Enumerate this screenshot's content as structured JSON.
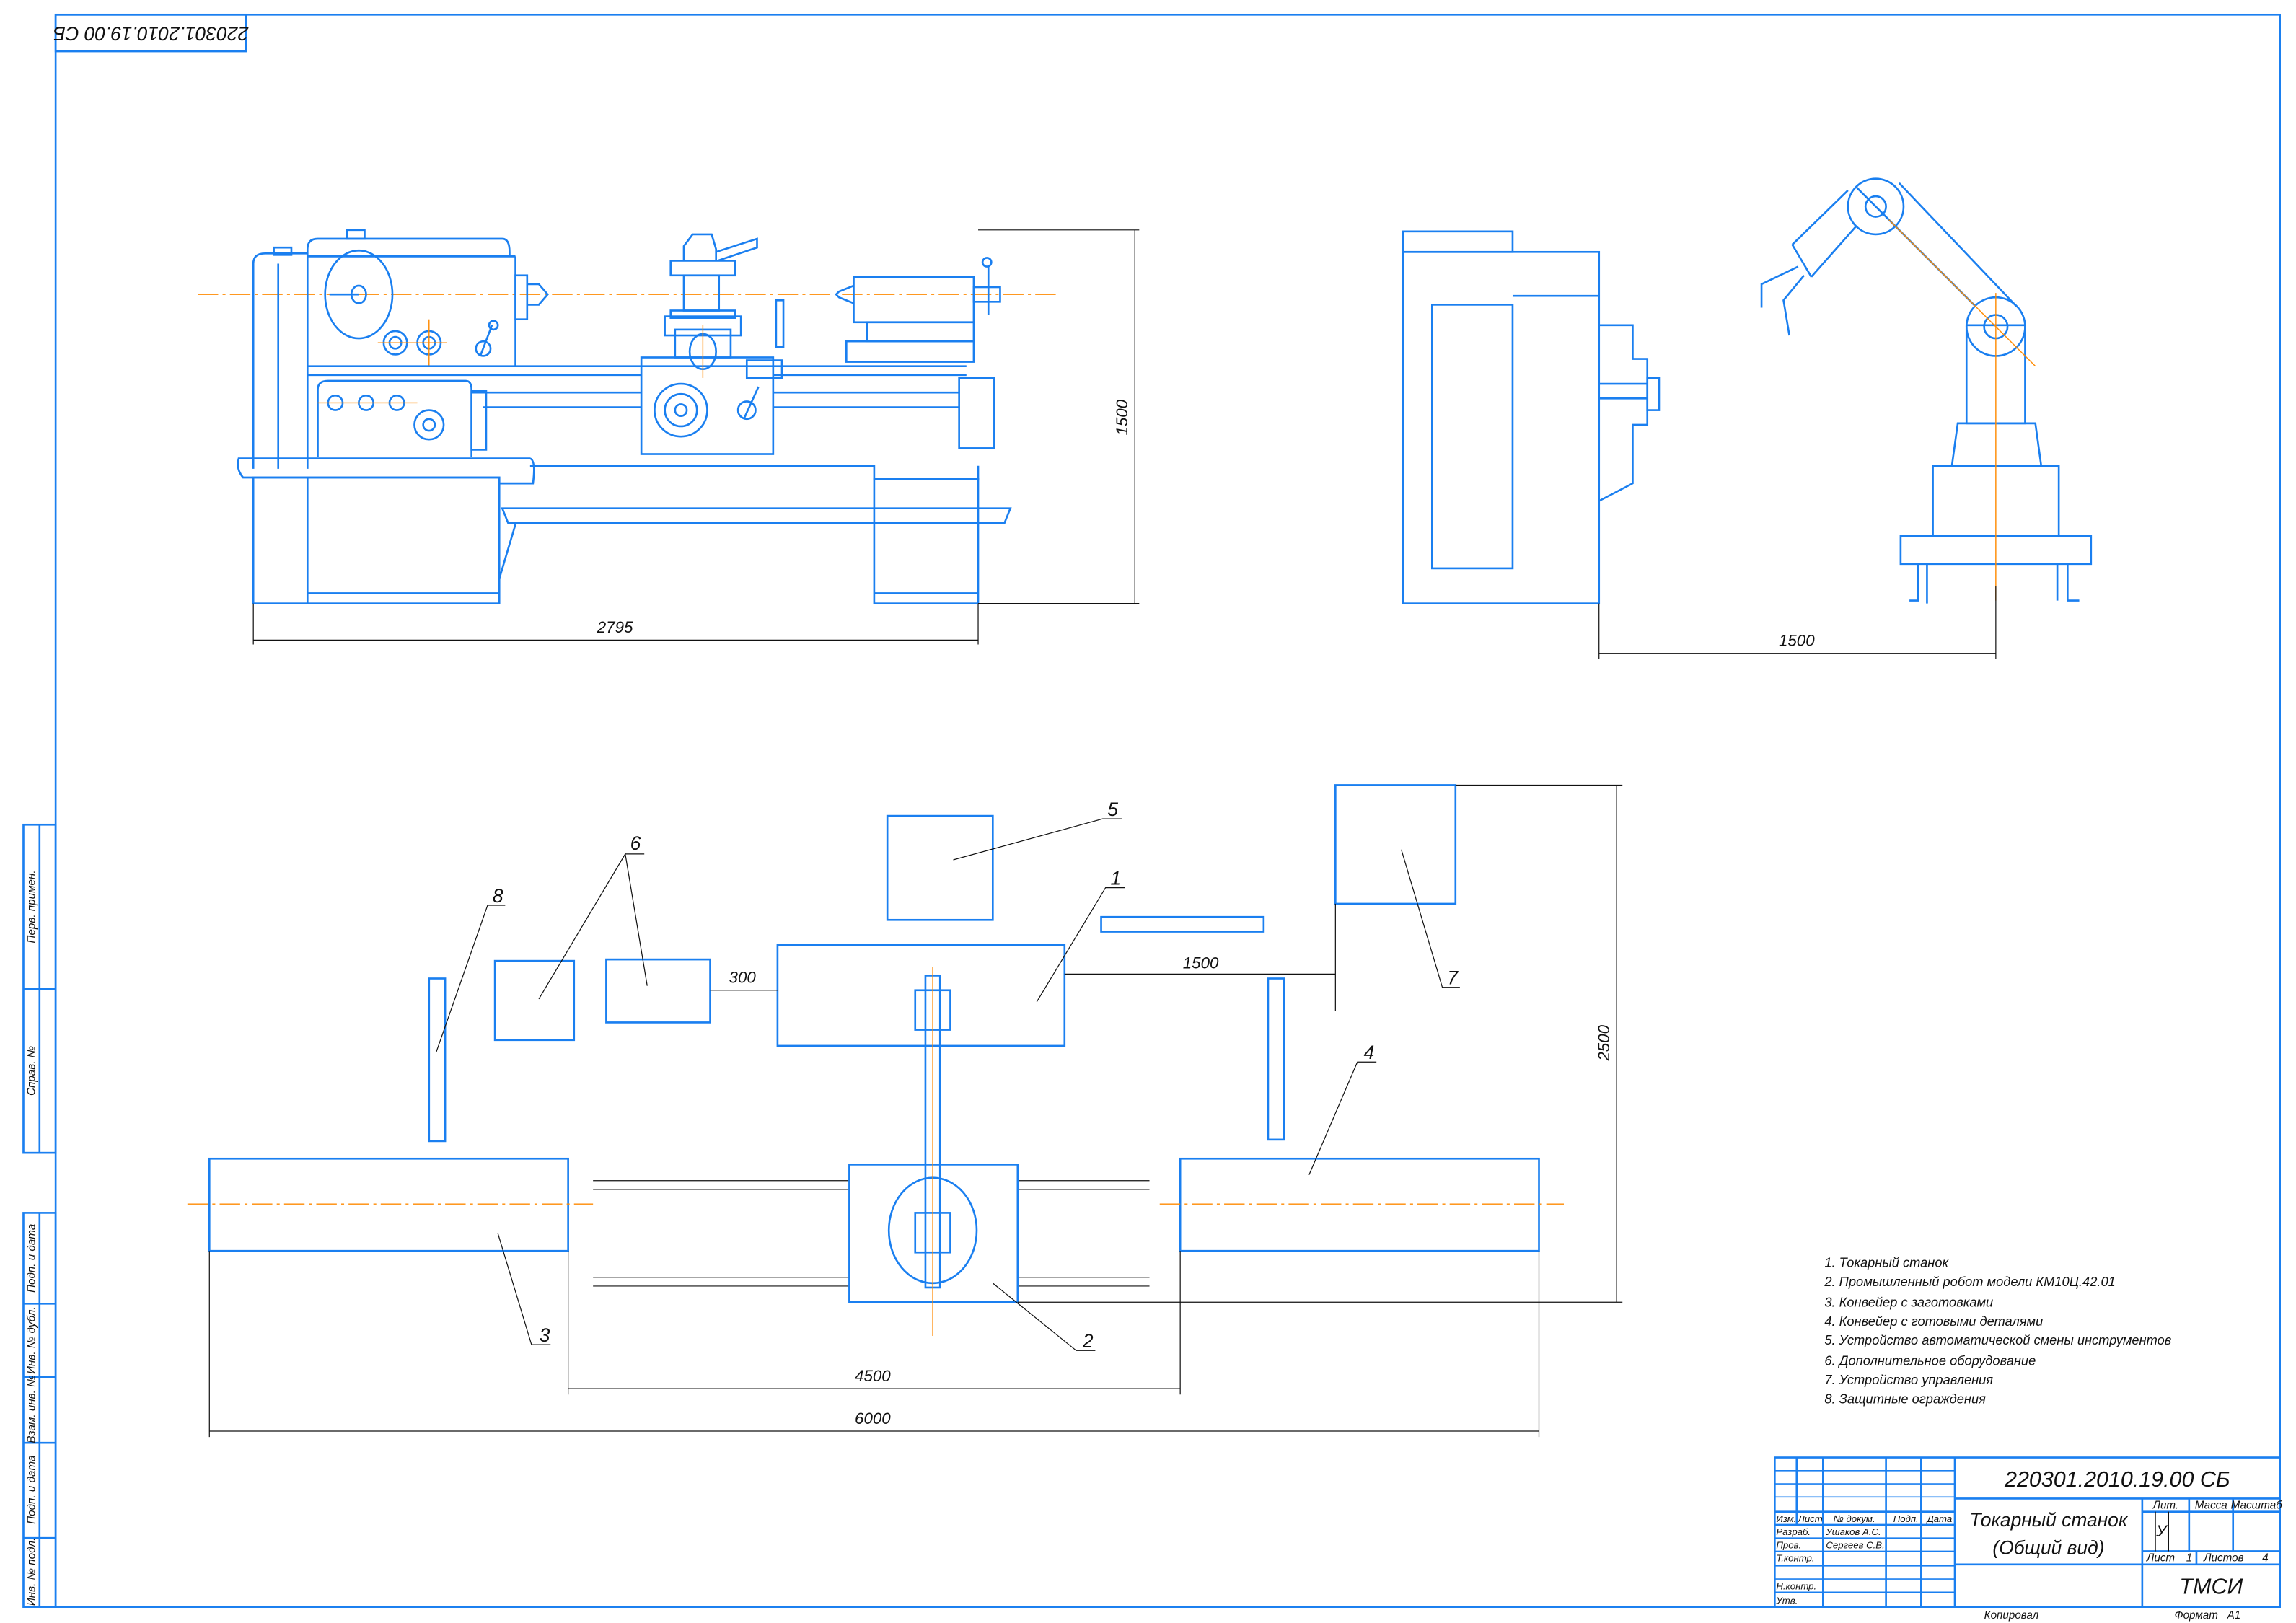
{
  "drawing": {
    "code_rotated": "220301.2010.19.00 СБ",
    "colors": {
      "line": "#1a7ff0",
      "axis": "#ff8a00",
      "text": "#111111"
    }
  },
  "lathe_view": {
    "dim_length": "2795",
    "dim_height": "1500"
  },
  "side_view": {
    "dim_distance": "1500"
  },
  "layout_plan": {
    "callouts": [
      "1",
      "2",
      "3",
      "4",
      "5",
      "6",
      "7",
      "8"
    ],
    "dim_gap": "300",
    "dim_lathe_to_control": "1500",
    "dim_depth": "2500",
    "dim_conveyor_gap": "4500",
    "dim_total": "6000"
  },
  "legend": [
    "1. Токарный станок",
    "2. Промышленный робот модели КМ10Ц.42.01",
    "3. Конвейер с заготовками",
    "4. Конвейер с готовыми деталями",
    "5. Устройство автоматической смены инструментов",
    "6. Дополнительное оборудование",
    "7. Устройство управления",
    "8. Защитные ограждения"
  ],
  "side_stamp": [
    "Перв. примен.",
    "Справ. №",
    "Подп. и дата",
    "Инв. № дубл.",
    "Взам. инв. №",
    "Подп. и дата",
    "Инв. № подл."
  ],
  "title_block": {
    "code": "220301.2010.19.00 СБ",
    "title_line1": "Токарный станок",
    "title_line2": "(Общий вид)",
    "headers": {
      "izm": "Изм.",
      "list": "Лист",
      "doc": "№ докум.",
      "sign": "Подп.",
      "date": "Дата"
    },
    "roles": {
      "developer": "Разраб.",
      "checker": "Пров.",
      "tech_control": "Т.контр.",
      "norm_control": "Н.контр.",
      "approved": "Утв."
    },
    "names": {
      "developer": "Ушаков А.С.",
      "checker": "Сергеев С.В."
    },
    "lit_label": "Лит.",
    "mass_label": "Масса",
    "scale_label": "Масштаб",
    "lit_value": "У",
    "sheet_label": "Лист",
    "sheet_value": "1",
    "sheets_label": "Листов",
    "sheets_value": "4",
    "org": "ТМСИ",
    "copied": "Копировал",
    "format_label": "Формат",
    "format_value": "А1"
  }
}
